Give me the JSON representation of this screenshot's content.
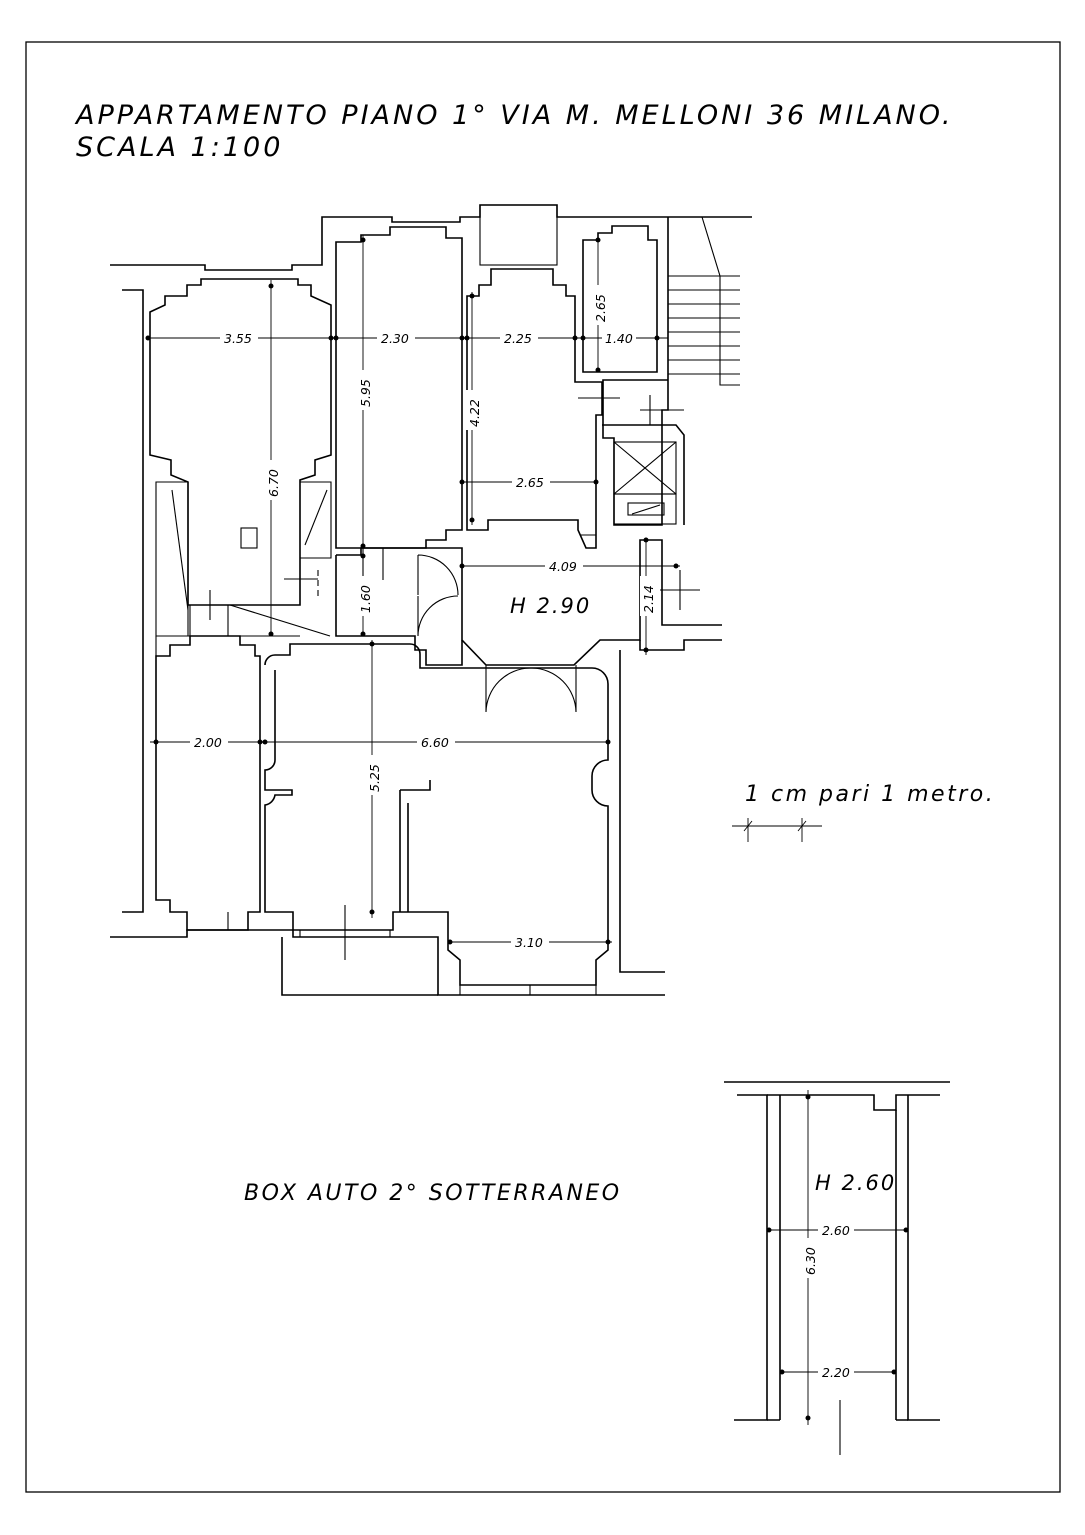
{
  "title": {
    "line1": "APPARTAMENTO PIANO 1° VIA M. MELLONI 36 MILANO.",
    "line2": "SCALA 1:100"
  },
  "apartment": {
    "height_label": "H 2.90",
    "dimensions": {
      "d355": "3.55",
      "d230": "2.30",
      "d225": "2.25",
      "d140": "1.40",
      "d265_stair": "2.65",
      "d670": "6.70",
      "d595": "5.95",
      "d422": "4.22",
      "d265": "2.65",
      "d409": "4.09",
      "d160": "1.60",
      "d214": "2.14",
      "d200": "2.00",
      "d660": "6.60",
      "d525": "5.25",
      "d310": "3.10"
    }
  },
  "scale_note": "1 cm pari 1 metro.",
  "garage": {
    "title": "BOX AUTO 2° SOTTERRANEO",
    "height_label": "H 2.60",
    "dimensions": {
      "width_top": "2.60",
      "length": "6.30",
      "width_bottom": "2.20"
    }
  }
}
